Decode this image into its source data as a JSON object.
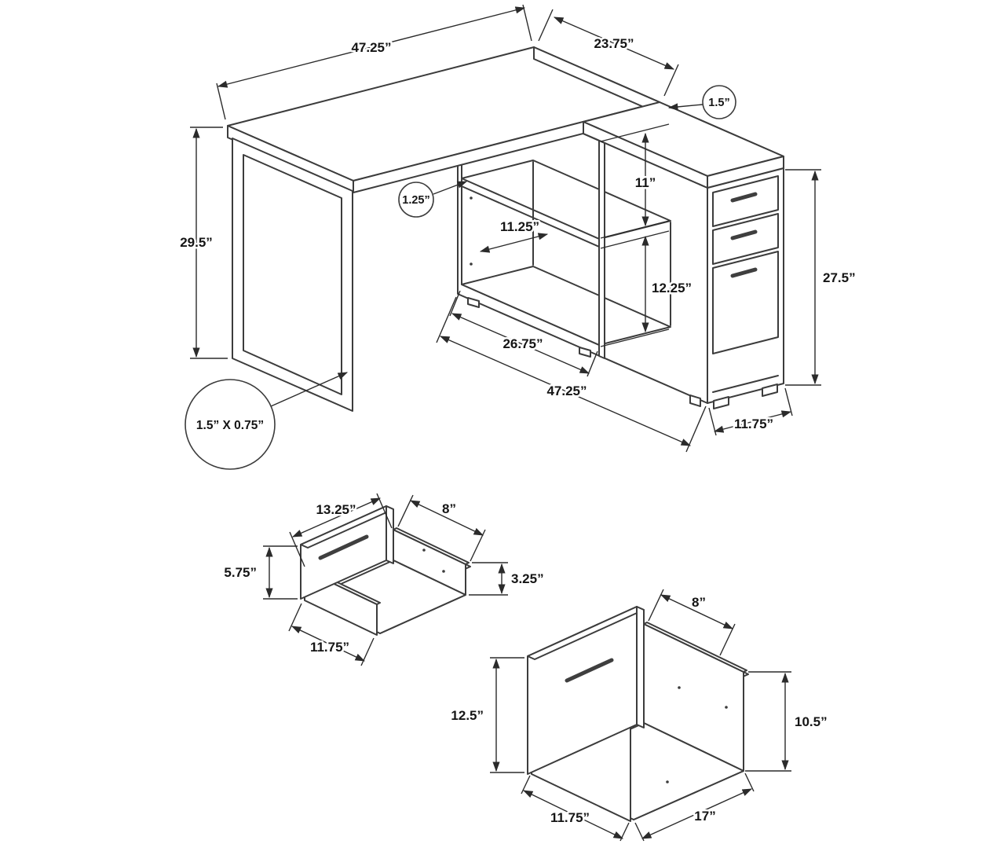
{
  "colors": {
    "line": "#3c3c3c",
    "dimension": "#2b2b2b",
    "text": "#151515",
    "background": "#ffffff"
  },
  "desk": {
    "top_length": "47.25”",
    "top_depth": "23.75”",
    "top_thickness": "1.5”",
    "leg_height": "29.5”",
    "panel_thickness": "1.25”",
    "shelf_depth": "11.25”",
    "upper_shelf_spacing": "11”",
    "lower_shelf_spacing": "12.25”",
    "storage_height": "27.5”",
    "shelf_opening_width": "26.75”",
    "overall_length": "47.25”",
    "cabinet_depth": "11.75”",
    "leg_tube": "1.5” X 0.75”"
  },
  "small_drawer": {
    "width": "13.25”",
    "depth": "8”",
    "front_height": "5.75”",
    "side_height": "3.25”",
    "bottom_depth": "11.75”"
  },
  "large_drawer": {
    "top_depth": "8”",
    "front_height": "12.5”",
    "side_height": "10.5”",
    "width": "17”",
    "bottom_depth": "11.75”"
  }
}
